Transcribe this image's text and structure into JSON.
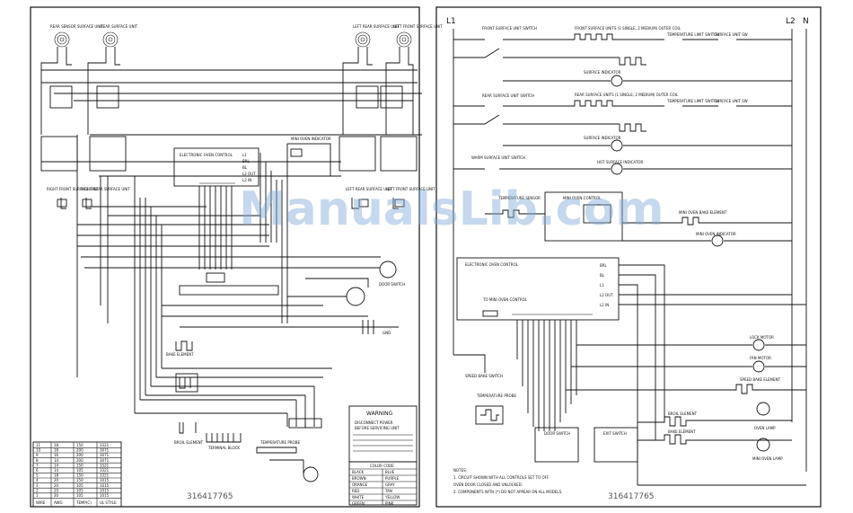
{
  "left_panel": {
    "part_number": "316417765",
    "burner_labels": [
      "REAR SENSOR SURFACE UNIT",
      "REAR SURFACE UNIT",
      "LEFT REAR SURFACE UNIT",
      "LEFT FRONT SURFACE UNIT"
    ],
    "switch_labels": [
      "RIGHT FRONT SURFACE UNIT",
      "RIGHT REAR SURFACE UNIT",
      "LEFT REAR SURFACE UNIT",
      "LEFT FRONT SURFACE UNIT"
    ],
    "control_label": "ELECTRONIC OVEN CONTROL",
    "control_terminals": [
      "L1",
      "BRL",
      "BL",
      "L2 OUT",
      "L2 IN"
    ],
    "mini_oven_label": "MINI OVEN INDICATOR",
    "door_switch": "DOOR SWITCH",
    "bake_element": "BAKE ELEMENT",
    "broil_element": "BROIL ELEMENT",
    "terminal_block": "TERMINAL BLOCK",
    "temp_probe": "TEMPERATURE PROBE",
    "warning": {
      "title": "WARNING",
      "line1": "DISCONNECT POWER",
      "line2": "BEFORE SERVICING UNIT"
    },
    "wire_table": {
      "headers": [
        "WIRE",
        "AWG",
        "TEMP(C)",
        "UL STYLE"
      ],
      "rows": [
        [
          "11",
          "18",
          "150",
          "3321"
        ],
        [
          "10",
          "18",
          "200",
          "3071"
        ],
        [
          "9",
          "16",
          "200",
          "3071"
        ],
        [
          "8",
          "14",
          "200",
          "3071"
        ],
        [
          "7",
          "14",
          "150",
          "3321"
        ],
        [
          "6",
          "14",
          "105",
          "3321"
        ],
        [
          "5",
          "18",
          "150",
          "3321"
        ],
        [
          "4",
          "20",
          "150",
          "1015"
        ],
        [
          "3",
          "20",
          "105",
          "1015"
        ],
        [
          "2",
          "20",
          "105",
          "1015"
        ],
        [
          "1",
          "20",
          "105",
          "1015"
        ]
      ]
    },
    "color_code": {
      "title": "COLOR CODE",
      "items": [
        "BLACK",
        "BROWN",
        "ORANGE",
        "RED",
        "WHITE",
        "GREEN",
        "BLUE",
        "PURPLE",
        "GRAY",
        "TAN",
        "YELLOW",
        "PINK"
      ]
    }
  },
  "right_panel": {
    "part_number": "316417765",
    "l1": "L1",
    "l2": "L2",
    "n": "N",
    "rows": [
      {
        "switch": "FRONT SURFACE UNIT SWITCH",
        "unit": "FRONT SURFACE UNITS (1 SINGLE, 2 MEDIUM) OUTER COIL",
        "limit": "TEMPERATURE LIMIT SWITCH",
        "sw": "SURFACE UNIT SW",
        "indicator": "SURFACE INDICATOR"
      },
      {
        "switch": "REAR SURFACE UNIT SWITCH",
        "unit": "REAR SURFACE UNITS (1 SINGLE, 2 MEDIUM) OUTER COIL",
        "limit": "TEMPERATURE LIMIT SWITCH",
        "sw": "SURFACE UNIT SW",
        "indicator": "SURFACE INDICATOR"
      }
    ],
    "hot_surface": "HOT SURFACE INDICATOR",
    "warm_switch": "WARM SURFACE UNIT SWITCH",
    "mini_oven_control": "MINI OVEN CONTROL",
    "mini_bake": "MINI OVEN BAKE ELEMENT",
    "mini_indicator": "MINI OVEN INDICATOR",
    "temp_sensor": "TEMPERATURE SENSOR",
    "control": "ELECTRONIC OVEN CONTROL",
    "terminals": [
      "BRL",
      "BL",
      "L1",
      "L2 OUT",
      "L2 IN"
    ],
    "to_mini": "TO MINI OVEN CONTROL",
    "lock_motor": "LOCK MOTOR",
    "fan_motor": "FAN MOTOR",
    "speed_bake": "SPEED BAKE ELEMENT",
    "speed_switch": "SPEED BAKE SWITCH",
    "broil": "BROIL ELEMENT",
    "bake": "BAKE ELEMENT",
    "door_switch": "DOOR SWITCH",
    "exit_switch": "EXIT SWITCH",
    "oven_lamp": "OVEN LAMP",
    "notes": [
      "NOTES:",
      "1. CIRCUIT SHOWN WITH ALL CONTROLS SET TO OFF.",
      "   OVEN DOOR CLOSED AND UNLOCKED.",
      "2. COMPONENTS WITH (*) DO NOT APPEAR ON ALL MODELS."
    ]
  },
  "watermark": "ManualsLib.com"
}
